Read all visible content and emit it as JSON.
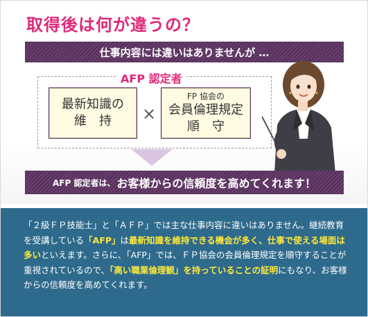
{
  "title": "取得後は何が違うの？",
  "banner_top": "仕事内容には違いはありませんが …",
  "afp_label": "AFP 認定者",
  "left_card": {
    "line1": "最新知識の",
    "line2": "維　持"
  },
  "right_card": {
    "sub": "FP 協会の",
    "line1": "会員倫理規定",
    "line2": "順　守"
  },
  "times_symbol": "×",
  "banner_bottom": {
    "prefix": "AFP 認定者は、",
    "rest": "お客様からの信頼度を高めてくれます！"
  },
  "paragraph": {
    "s1": "「２級ＦＰ技能士」と「ＡＦＰ」では主な仕事内容に違いはありません。継続教育を受講している",
    "h1": "「AFP」",
    "s2": "は",
    "h2": "最新知識を維持できる機会が多く、仕事で使える場面は多い",
    "s3": "といえます。さらに、「AFP」では、ＦＰ協会の会員倫理規定を順守することが重視されているので、",
    "h3": "「高い職業倫理観」を持っていることの証明",
    "s4": "にもなり、お客様からの信頼度を高めてくれます。"
  },
  "colors": {
    "accent": "#e0287a",
    "banner": "#5e3864",
    "bottom_bg": "#2e6a8c",
    "highlight": "#ffe83b"
  },
  "icons": [
    "woman-presenter-illustration",
    "down-arrow-icon"
  ]
}
